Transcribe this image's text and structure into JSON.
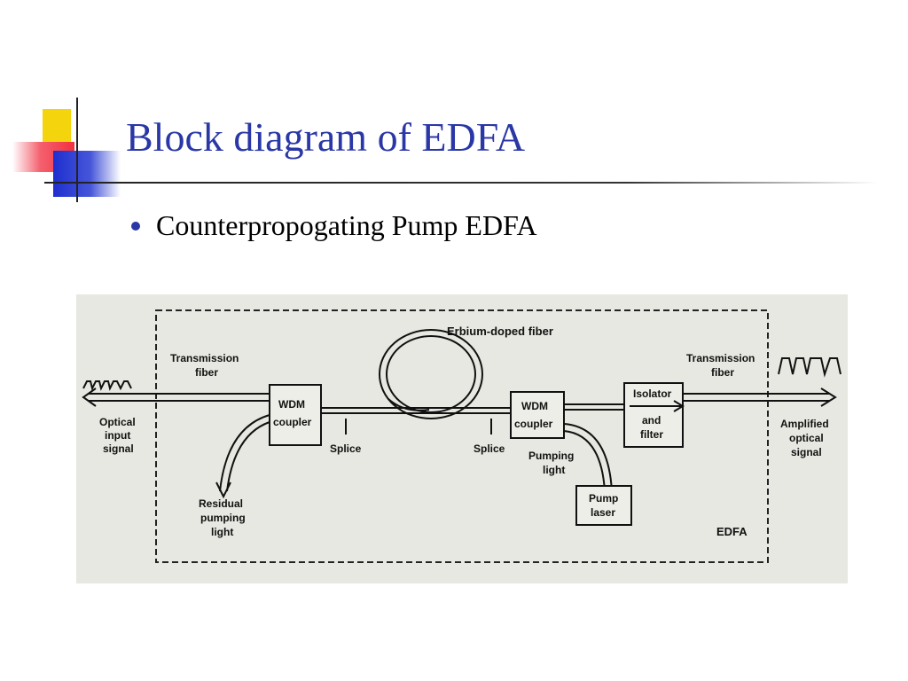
{
  "slide": {
    "title": "Block diagram of EDFA",
    "bullet": "Counterpropogating Pump EDFA"
  },
  "diagram": {
    "labels": {
      "erbium_fiber": "Erbium-doped fiber",
      "transmission_fiber_left": [
        "Transmission",
        "fiber"
      ],
      "optical_input": [
        "Optical",
        "input",
        "signal"
      ],
      "wdm_left": [
        "WDM",
        "coupler"
      ],
      "splice_left": "Splice",
      "residual": [
        "Residual",
        "pumping",
        "light"
      ],
      "wdm_right": [
        "WDM",
        "coupler"
      ],
      "splice_right": "Splice",
      "pumping_light": [
        "Pumping",
        "light"
      ],
      "pump_laser": [
        "Pump",
        "laser"
      ],
      "isolator": [
        "Isolator",
        "and",
        "filter"
      ],
      "transmission_fiber_right": [
        "Transmission",
        "fiber"
      ],
      "amplified": [
        "Amplified",
        "optical",
        "signal"
      ],
      "edfa": "EDFA"
    }
  }
}
